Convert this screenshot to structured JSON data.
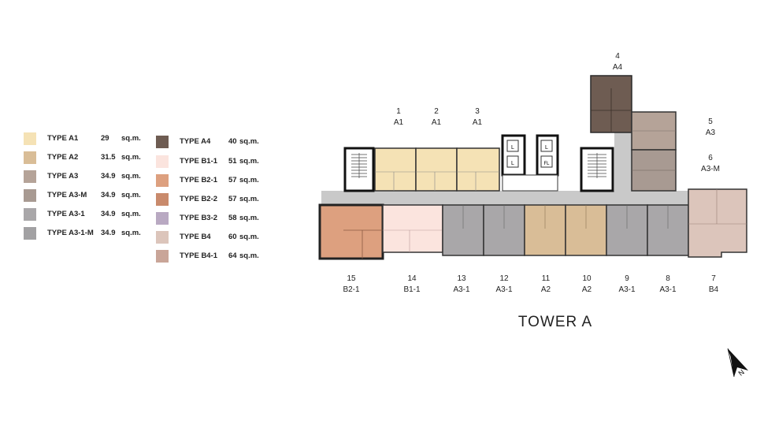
{
  "legend": [
    {
      "type": "TYPE A1",
      "area": "29",
      "unit": "sq.m.",
      "color": "#f5e2b5"
    },
    {
      "type": "TYPE A2",
      "area": "31.5",
      "unit": "sq.m.",
      "color": "#d9bd97"
    },
    {
      "type": "TYPE A3",
      "area": "34.9",
      "unit": "sq.m.",
      "color": "#b5a398"
    },
    {
      "type": "TYPE A3-M",
      "area": "34.9",
      "unit": "sq.m.",
      "color": "#a89a92"
    },
    {
      "type": "TYPE A3-1",
      "area": "34.9",
      "unit": "sq.m.",
      "color": "#a9a7a9"
    },
    {
      "type": "TYPE A3-1-M",
      "area": "34.9",
      "unit": "sq.m.",
      "color": "#a2a1a3"
    },
    {
      "type": "TYPE A4",
      "area": "40",
      "unit": "sq.m.",
      "color": "#6e5c52"
    },
    {
      "type": "TYPE B1-1",
      "area": "51",
      "unit": "sq.m.",
      "color": "#fbe4de"
    },
    {
      "type": "TYPE B2-1",
      "area": "57",
      "unit": "sq.m.",
      "color": "#dda07f"
    },
    {
      "type": "TYPE B2-2",
      "area": "57",
      "unit": "sq.m.",
      "color": "#c98a6c"
    },
    {
      "type": "TYPE B3-2",
      "area": "58",
      "unit": "sq.m.",
      "color": "#b9a9c2"
    },
    {
      "type": "TYPE B4",
      "area": "60",
      "unit": "sq.m.",
      "color": "#dcc5bb"
    },
    {
      "type": "TYPE B4-1",
      "area": "64",
      "unit": "sq.m.",
      "color": "#c9a598"
    }
  ],
  "units_top": [
    {
      "number": "1",
      "type": "A1"
    },
    {
      "number": "2",
      "type": "A1"
    },
    {
      "number": "3",
      "type": "A1"
    },
    {
      "number": "4",
      "type": "A4"
    },
    {
      "number": "5",
      "type": "A3"
    },
    {
      "number": "6",
      "type": "A3-M"
    }
  ],
  "units_bottom": [
    {
      "number": "15",
      "type": "B2-1"
    },
    {
      "number": "14",
      "type": "B1-1"
    },
    {
      "number": "13",
      "type": "A3-1"
    },
    {
      "number": "12",
      "type": "A3-1"
    },
    {
      "number": "11",
      "type": "A2"
    },
    {
      "number": "10",
      "type": "A2"
    },
    {
      "number": "9",
      "type": "A3-1"
    },
    {
      "number": "8",
      "type": "A3-1"
    },
    {
      "number": "7",
      "type": "B4"
    }
  ],
  "core_labels": {
    "lift": "L",
    "fire_lift": "FL"
  },
  "title": "TOWER A",
  "compass_letter": "N"
}
